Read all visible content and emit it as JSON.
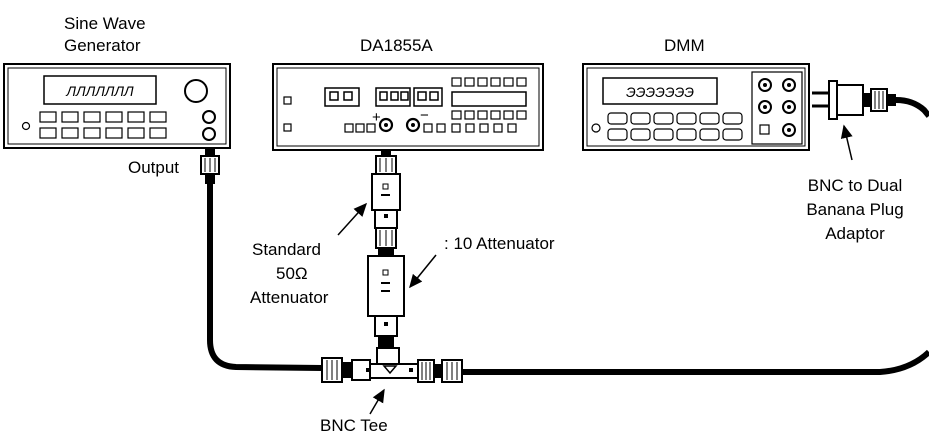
{
  "instruments": {
    "generator": {
      "title_line1": "Sine Wave",
      "title_line2": "Generator",
      "display": "ЛЛЛЛЛЛЛ",
      "output_label": "Output"
    },
    "da": {
      "title": "DA1855A",
      "plus": "+",
      "minus": "−"
    },
    "dmm": {
      "title": "DMM",
      "display": "ЭЭЭЭЭЭЭ"
    }
  },
  "callouts": {
    "std_line1": "Standard",
    "std_line2": "50Ω",
    "std_line3": "Attenuator",
    "div10": ": 10 Attenuator",
    "tee": "BNC Tee",
    "adaptor_line1": "BNC to Dual",
    "adaptor_line2": "Banana Plug",
    "adaptor_line3": "Adaptor"
  }
}
